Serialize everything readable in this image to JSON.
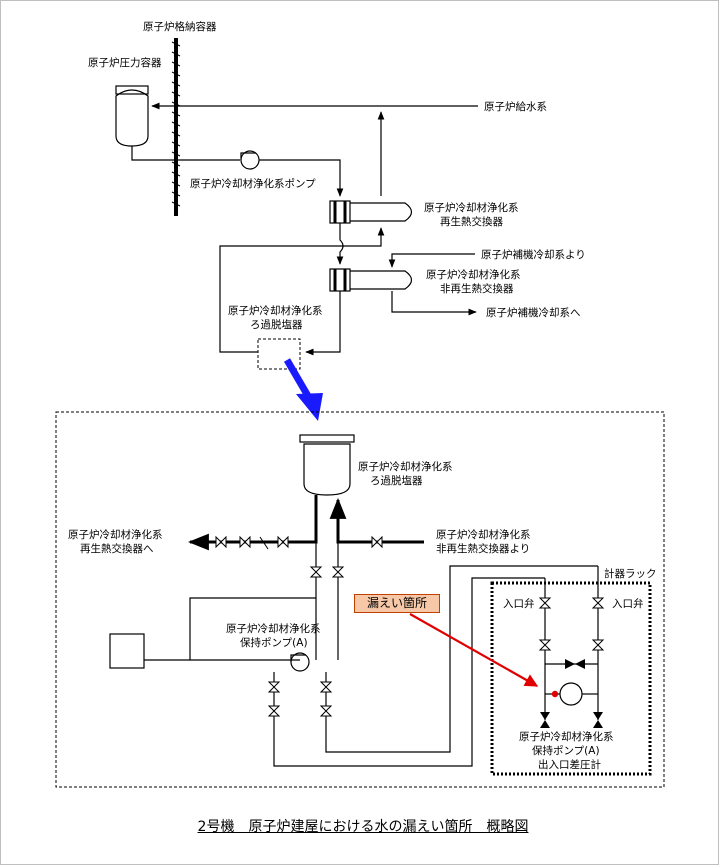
{
  "labels": {
    "containment": "原子炉格納容器",
    "rpv": "原子炉圧力容器",
    "feedwater": "原子炉給水系",
    "cleanup_pump": "原子炉冷却材浄化系ポンプ",
    "regen_hx_1": "原子炉冷却材浄化系",
    "regen_hx_2": "再生熱交換器",
    "from_aux_cooling": "原子炉補機冷却系より",
    "nonregen_hx_1": "原子炉冷却材浄化系",
    "nonregen_hx_2": "非再生熱交換器",
    "to_aux_cooling": "原子炉補機冷却系へ",
    "filter_top_1": "原子炉冷却材浄化系",
    "filter_top_2": "ろ過脱塩器",
    "filter_detail_1": "原子炉冷却材浄化系",
    "filter_detail_2": "ろ過脱塩器",
    "to_regen_1": "原子炉冷却材浄化系",
    "to_regen_2": "再生熱交換器へ",
    "from_nonregen_1": "原子炉冷却材浄化系",
    "from_nonregen_2": "非再生熱交換器より",
    "holding_pump_1": "原子炉冷却材浄化系",
    "holding_pump_2": "保持ポンプ(A)",
    "instrument_rack": "計器ラック",
    "inlet_valve_left": "入口弁",
    "inlet_valve_right": "入口弁",
    "dp_gauge_1": "原子炉冷却材浄化系",
    "dp_gauge_2": "保持ポンプ(A)",
    "dp_gauge_3": "出入口差圧計"
  },
  "leak_label": "漏えい箇所",
  "caption": "2号機　原子炉建屋における水の漏えい箇所　概略図",
  "colors": {
    "leak_arrow": "#e00000",
    "zoom_arrow": "#1a1aff",
    "leak_fill": "#f6c8a8"
  }
}
